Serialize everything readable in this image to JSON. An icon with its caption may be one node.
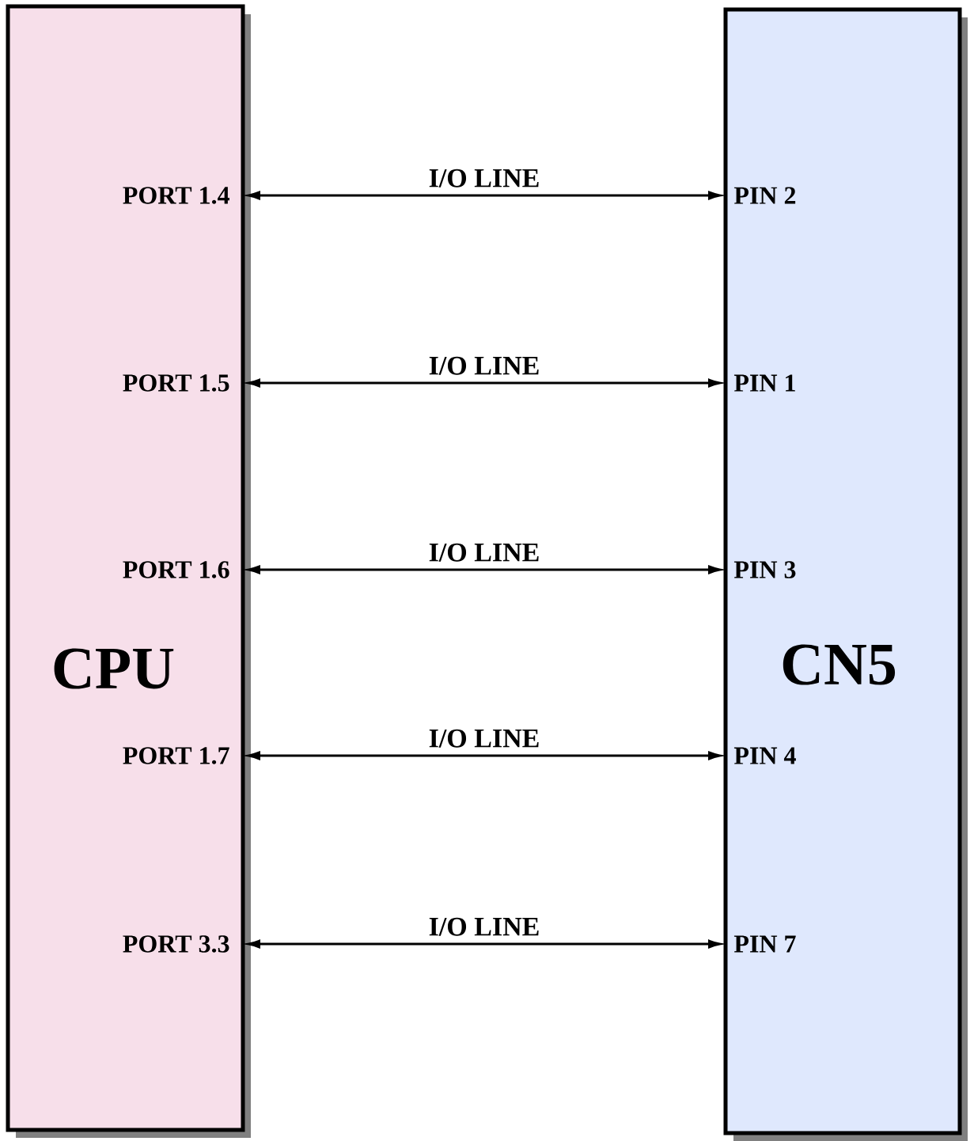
{
  "diagram": {
    "nodes": [
      {
        "text": [
          "CPU"
        ]
      },
      {
        "text": [
          "PORT 1.4"
        ],
        "in": 0
      },
      {
        "text": [
          "PORT 1.5"
        ],
        "in": 0
      },
      {
        "text": [
          "PORT 1.6"
        ],
        "in": 0
      },
      {
        "text": [
          "PORT 1.7"
        ],
        "in": 0
      },
      {
        "text": [
          "PORT 3.3"
        ],
        "in": 0
      },
      {
        "text": [
          "CN5"
        ]
      },
      {
        "text": [
          "PIN 2"
        ],
        "in": 6
      },
      {
        "text": [
          "PIN 1"
        ],
        "in": 6
      },
      {
        "text": [
          "PIN 3"
        ],
        "in": 6
      },
      {
        "text": [
          "PIN 4"
        ],
        "in": 6
      },
      {
        "text": [
          "PIN 7"
        ],
        "in": 6
      }
    ],
    "edges": [
      {
        "from": 1,
        "to": 7,
        "arrow": "both",
        "label": "I/O LINE"
      },
      {
        "from": 2,
        "to": 8,
        "arrow": "both",
        "label": "I/O LINE"
      },
      {
        "from": 3,
        "to": 9,
        "arrow": "both",
        "label": "I/O LINE"
      },
      {
        "from": 4,
        "to": 10,
        "arrow": "both",
        "label": "I/O LINE"
      },
      {
        "from": 5,
        "to": 11,
        "arrow": "both",
        "label": "I/O LINE"
      }
    ]
  }
}
